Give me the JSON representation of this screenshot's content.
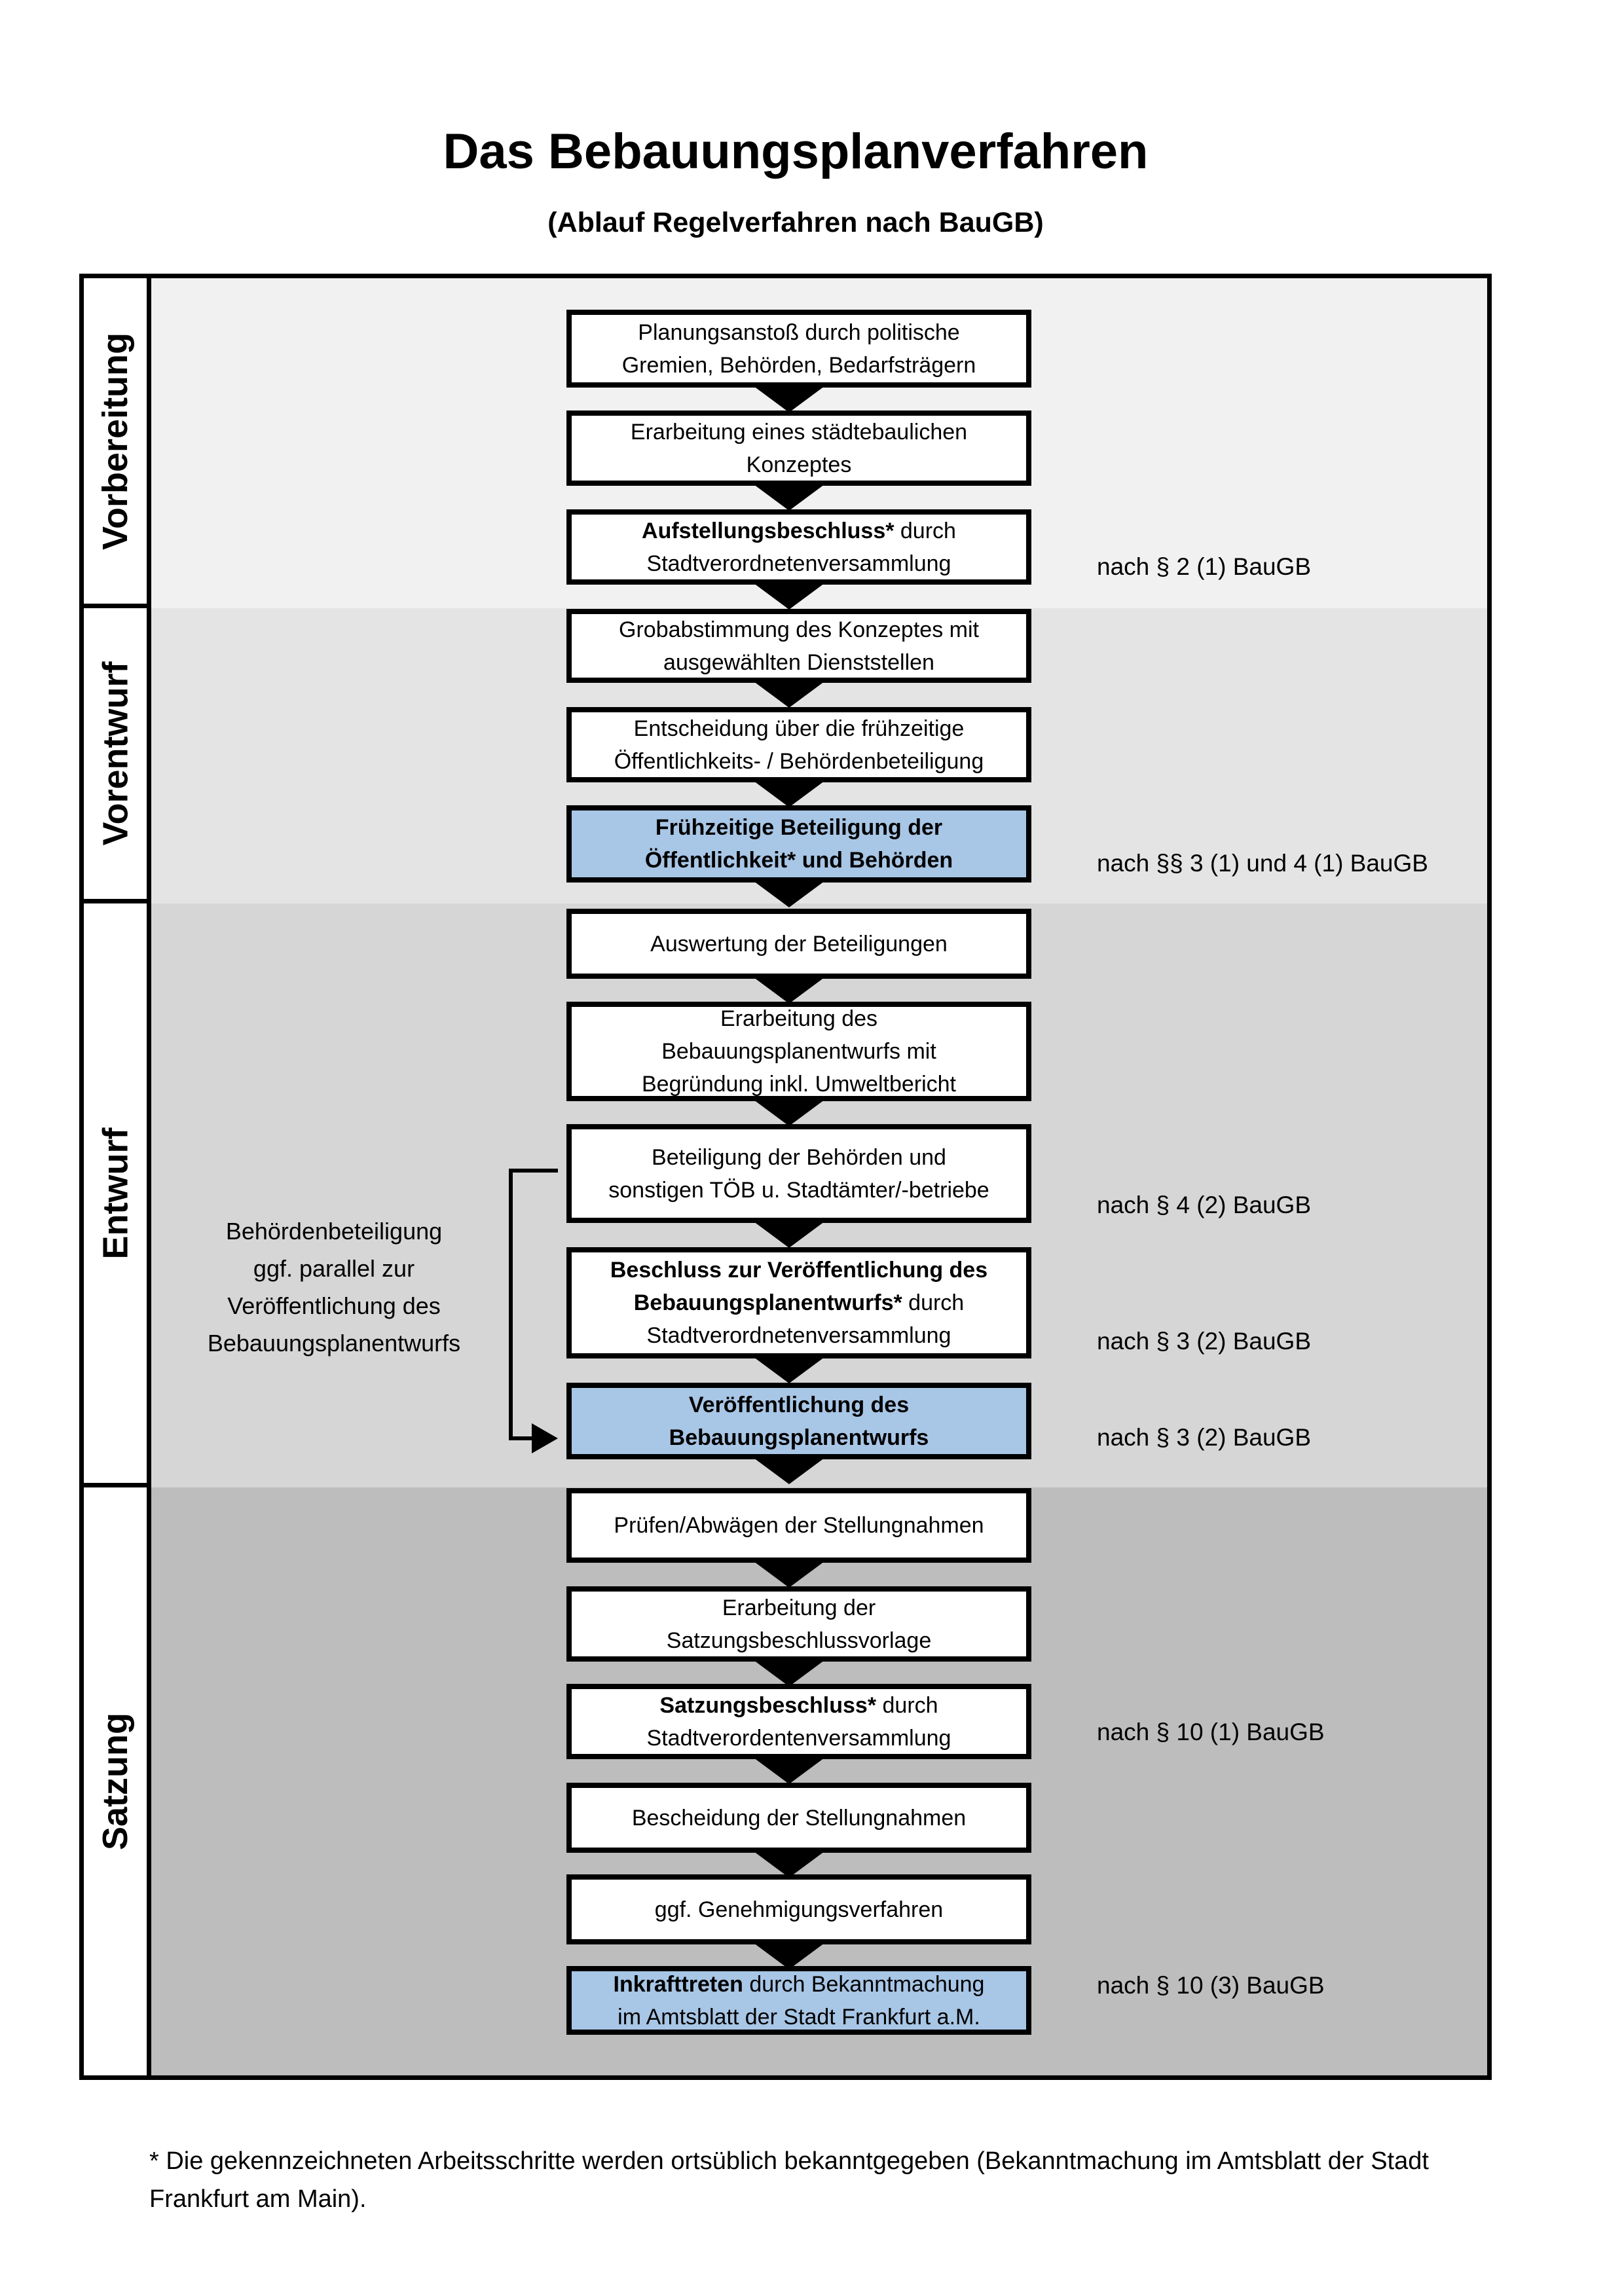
{
  "page": {
    "title": "Das Bebauungsplanverfahren",
    "subtitle": "(Ablauf Regelverfahren nach BauGB)",
    "footnote": "* Die gekennzeichneten Arbeitsschritte werden ortsüblich bekanntgegeben (Bekanntmachung im Amtsblatt  der Stadt\nFrankfurt am Main)."
  },
  "colors": {
    "highlight_box": "#a8c6e6",
    "box_border": "#000000",
    "section_vorbereitung": "#f1f1f1",
    "section_vorentwurf": "#e4e4e4",
    "section_entwurf": "#d6d6d6",
    "section_satzung": "#bdbdbd"
  },
  "sections": [
    {
      "label": "Vorbereitung"
    },
    {
      "label": "Vorentwurf"
    },
    {
      "label": "Entwurf"
    },
    {
      "label": "Satzung"
    }
  ],
  "boxes": [
    {
      "id": "planungsanstoss",
      "variant": "white",
      "lines": [
        [
          {
            "text": "Planungsanstoß durch politische"
          }
        ],
        [
          {
            "text": "Gremien, Behörden, Bedarfsträgern"
          }
        ]
      ]
    },
    {
      "id": "staedtebauliches-konzept",
      "variant": "white",
      "lines": [
        [
          {
            "text": "Erarbeitung eines städtebaulichen"
          }
        ],
        [
          {
            "text": "Konzeptes"
          }
        ]
      ]
    },
    {
      "id": "aufstellungsbeschluss",
      "variant": "white",
      "lines": [
        [
          {
            "text": "Aufstellungsbeschluss*",
            "bold": true
          },
          {
            "text": " durch"
          }
        ],
        [
          {
            "text": "Stadtverordnetenversammlung"
          }
        ]
      ]
    },
    {
      "id": "grobabstimmung",
      "variant": "white",
      "lines": [
        [
          {
            "text": "Grobabstimmung des Konzeptes mit"
          }
        ],
        [
          {
            "text": "ausgewählten Dienststellen"
          }
        ]
      ]
    },
    {
      "id": "entscheidung-beteiligung",
      "variant": "white",
      "lines": [
        [
          {
            "text": "Entscheidung über die frühzeitige"
          }
        ],
        [
          {
            "text": "Öffentlichkeits- / Behördenbeteiligung"
          }
        ]
      ]
    },
    {
      "id": "fruehzeitige-beteiligung",
      "variant": "blue",
      "lines": [
        [
          {
            "text": "Frühzeitige Beteiligung der",
            "bold": true
          }
        ],
        [
          {
            "text": "Öffentlichkeit* und Behörden",
            "bold": true
          }
        ]
      ]
    },
    {
      "id": "auswertung-beteiligungen",
      "variant": "white",
      "lines": [
        [
          {
            "text": "Auswertung der Beteiligungen"
          }
        ]
      ]
    },
    {
      "id": "erarbeitung-entwurf",
      "variant": "white",
      "lines": [
        [
          {
            "text": "Erarbeitung des"
          }
        ],
        [
          {
            "text": "Bebauungsplanentwurfs mit"
          }
        ],
        [
          {
            "text": "Begründung inkl. Umweltbericht"
          }
        ]
      ]
    },
    {
      "id": "beteiligung-behoerden",
      "variant": "white",
      "lines": [
        [
          {
            "text": "Beteiligung der Behörden und"
          }
        ],
        [
          {
            "text": "sonstigen TÖB u. Stadtämter/-betriebe"
          }
        ]
      ]
    },
    {
      "id": "beschluss-veroeffentlichung",
      "variant": "white",
      "lines": [
        [
          {
            "text": "Beschluss zur Veröffentlichung des",
            "bold": true
          }
        ],
        [
          {
            "text": "Bebauungsplanentwurfs*",
            "bold": true
          },
          {
            "text": " durch"
          }
        ],
        [
          {
            "text": "Stadtverordnetenversammlung"
          }
        ]
      ]
    },
    {
      "id": "veroeffentlichung-entwurf",
      "variant": "blue",
      "lines": [
        [
          {
            "text": "Veröffentlichung des",
            "bold": true
          }
        ],
        [
          {
            "text": "Bebauungsplanentwurfs",
            "bold": true
          }
        ]
      ]
    },
    {
      "id": "pruefen-abwaegen",
      "variant": "white",
      "lines": [
        [
          {
            "text": "Prüfen/Abwägen der Stellungnahmen"
          }
        ]
      ]
    },
    {
      "id": "satzungsbeschlussvorlage",
      "variant": "white",
      "lines": [
        [
          {
            "text": "Erarbeitung der"
          }
        ],
        [
          {
            "text": "Satzungsbeschlussvorlage"
          }
        ]
      ]
    },
    {
      "id": "satzungsbeschluss",
      "variant": "white",
      "lines": [
        [
          {
            "text": "Satzungsbeschluss*",
            "bold": true
          },
          {
            "text": " durch"
          }
        ],
        [
          {
            "text": "Stadtverordentenversammlung"
          }
        ]
      ]
    },
    {
      "id": "bescheidung-stellungnahmen",
      "variant": "white",
      "lines": [
        [
          {
            "text": "Bescheidung der Stellungnahmen"
          }
        ]
      ]
    },
    {
      "id": "genehmigungsverfahren",
      "variant": "white",
      "lines": [
        [
          {
            "text": "ggf. Genehmigungsverfahren"
          }
        ]
      ]
    },
    {
      "id": "inkrafttreten",
      "variant": "blue",
      "lines": [
        [
          {
            "text": "Inkrafttreten",
            "bold": true
          },
          {
            "text": " durch Bekanntmachung"
          }
        ],
        [
          {
            "text": "im Amtsblatt der Stadt Frankfurt a.M."
          }
        ]
      ]
    }
  ],
  "annotations": [
    {
      "text": "nach § 2 (1) BauGB"
    },
    {
      "text": "nach §§ 3 (1) und 4 (1) BauGB"
    },
    {
      "text": "nach § 4 (2) BauGB"
    },
    {
      "text": "nach § 3 (2) BauGB"
    },
    {
      "text": "nach § 3 (2) BauGB"
    },
    {
      "text": "nach § 10 (1) BauGB"
    },
    {
      "text": "nach § 10 (3) BauGB"
    }
  ],
  "side_note": {
    "lines": [
      "Behördenbeteiligung",
      "ggf. parallel zur",
      "Veröffentlichung des",
      "Bebauungsplanentwurfs"
    ]
  }
}
